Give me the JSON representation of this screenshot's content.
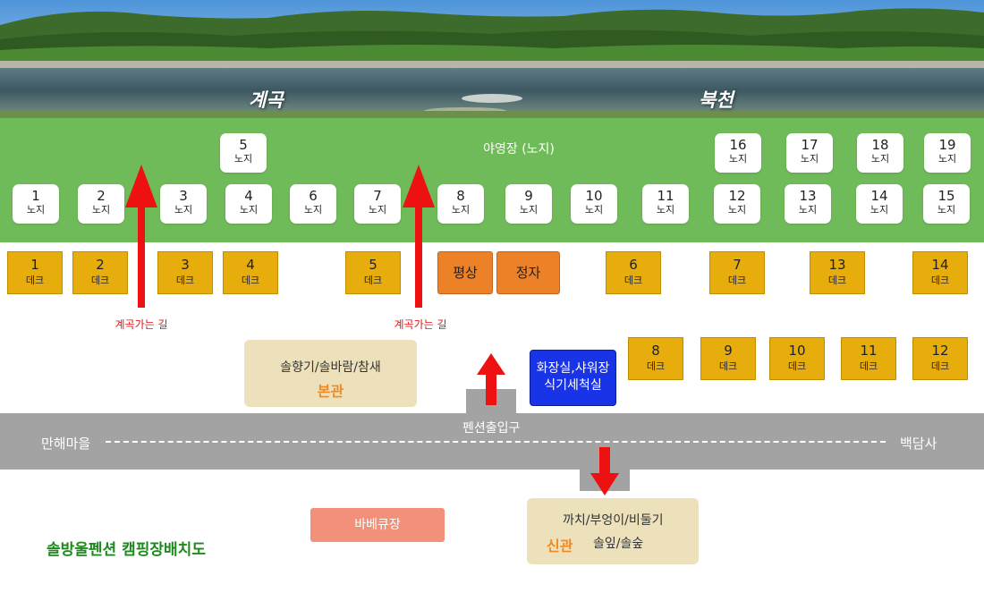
{
  "river_labels": {
    "left": "계곡",
    "right": "북천"
  },
  "campsites": {
    "title": "야영장 (노지)",
    "type_label": "노지",
    "top_row": [
      "5",
      "16",
      "17",
      "18",
      "19"
    ],
    "bottom_row": [
      "1",
      "2",
      "3",
      "4",
      "6",
      "7",
      "8",
      "9",
      "10",
      "11",
      "12",
      "13",
      "14",
      "15"
    ]
  },
  "decks": {
    "type_label": "데크",
    "upper_row": [
      "1",
      "2",
      "3",
      "4",
      "5",
      "6",
      "7",
      "13",
      "14"
    ],
    "lower_row": [
      "8",
      "9",
      "10",
      "11",
      "12"
    ]
  },
  "facilities": {
    "pyeongsang": "평상",
    "jeongja": "정자",
    "main_building": {
      "rooms": "솔향기/솔바람/참새",
      "name": "본관"
    },
    "toilet": {
      "line1": "화장실,샤워장",
      "line2": "식기세척실"
    },
    "new_building": {
      "rooms1": "까치/부엉이/비둘기",
      "name": "신관",
      "rooms2": "솔잎/솔숲"
    },
    "bbq": "바베큐장"
  },
  "paths": {
    "valley_path": "계곡가는 길"
  },
  "road": {
    "left": "만해마을",
    "right": "백담사",
    "entrance": "펜션출입구"
  },
  "map_title": "솔방울펜션 캠핑장배치도",
  "colors": {
    "camp_zone": "#6fbb5a",
    "deck": "#e6ad0c",
    "arrow": "#ee1111",
    "toilet": "#1933e6",
    "main_name": "#f08a22",
    "title": "#1e8a1e"
  }
}
